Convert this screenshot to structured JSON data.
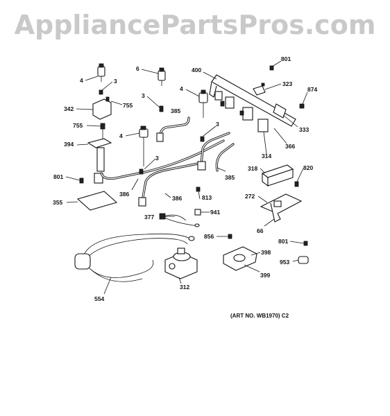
{
  "watermark": "AppliancePartsPros.com",
  "art_number": "(ART NO. WB1970) C2",
  "callouts": [
    {
      "id": "c-4a",
      "text": "4"
    },
    {
      "id": "c-3a",
      "text": "3"
    },
    {
      "id": "c-6",
      "text": "6"
    },
    {
      "id": "c-400",
      "text": "400"
    },
    {
      "id": "c-801a",
      "text": "801"
    },
    {
      "id": "c-323",
      "text": "323"
    },
    {
      "id": "c-874",
      "text": "874"
    },
    {
      "id": "c-4b",
      "text": "4"
    },
    {
      "id": "c-342",
      "text": "342"
    },
    {
      "id": "c-755a",
      "text": "755"
    },
    {
      "id": "c-3b",
      "text": "3"
    },
    {
      "id": "c-385a",
      "text": "385"
    },
    {
      "id": "c-755b",
      "text": "755"
    },
    {
      "id": "c-4c",
      "text": "4"
    },
    {
      "id": "c-3c",
      "text": "3"
    },
    {
      "id": "c-333",
      "text": "333"
    },
    {
      "id": "c-394",
      "text": "394"
    },
    {
      "id": "c-366",
      "text": "366"
    },
    {
      "id": "c-314",
      "text": "314"
    },
    {
      "id": "c-3d",
      "text": "3"
    },
    {
      "id": "c-318",
      "text": "318"
    },
    {
      "id": "c-820",
      "text": "820"
    },
    {
      "id": "c-801b",
      "text": "801"
    },
    {
      "id": "c-385b",
      "text": "385"
    },
    {
      "id": "c-386a",
      "text": "386"
    },
    {
      "id": "c-813",
      "text": "813"
    },
    {
      "id": "c-386b",
      "text": "386"
    },
    {
      "id": "c-272",
      "text": "272"
    },
    {
      "id": "c-355",
      "text": "355"
    },
    {
      "id": "c-941",
      "text": "941"
    },
    {
      "id": "c-377",
      "text": "377"
    },
    {
      "id": "c-66",
      "text": "66"
    },
    {
      "id": "c-856",
      "text": "856"
    },
    {
      "id": "c-801c",
      "text": "801"
    },
    {
      "id": "c-398",
      "text": "398"
    },
    {
      "id": "c-953",
      "text": "953"
    },
    {
      "id": "c-312",
      "text": "312"
    },
    {
      "id": "c-399",
      "text": "399"
    },
    {
      "id": "c-554",
      "text": "554"
    }
  ]
}
